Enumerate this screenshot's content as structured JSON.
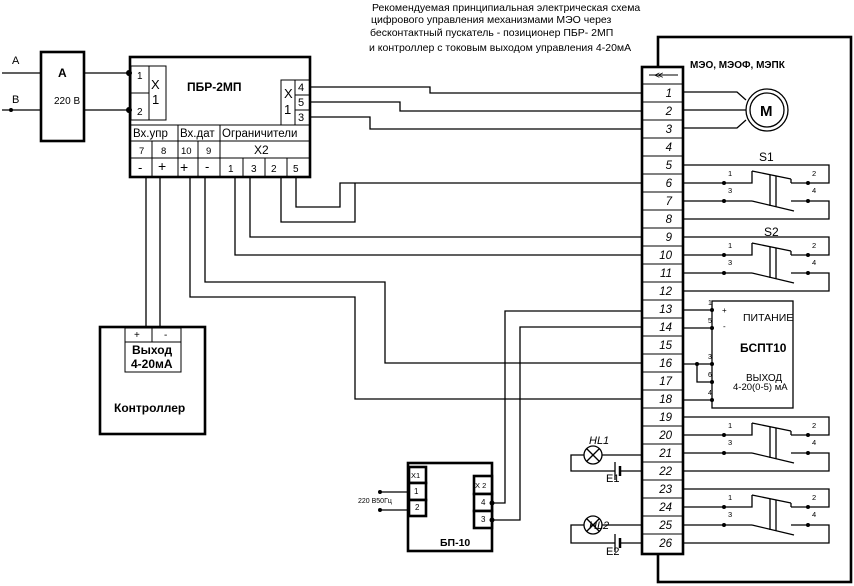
{
  "title_lines": [
    "Рекомендуемая принципиальная  электрическая схема",
    "цифрового управления механизмами МЭО через",
    "бесконтактный пускатель - позиционер  ПБР- 2МП",
    "и контроллер с токовым выходом управления 4-20мА"
  ],
  "supply": {
    "phase_a": "А",
    "phase_b": "В",
    "box_label": "А",
    "voltage": "220 В"
  },
  "pbr": {
    "title": "ПБР-2МП",
    "x1_left": {
      "label_x": "Х",
      "label_1": "1",
      "pins": [
        "1",
        "2"
      ]
    },
    "x1_right": {
      "label_x": "Х",
      "label_1": "1",
      "pins": [
        "4",
        "5",
        "3"
      ]
    },
    "groups": [
      "Вх.упр",
      "Вх.дат",
      "Ограничители"
    ],
    "numbers": [
      "7",
      "8",
      "10",
      "9",
      "Х2"
    ],
    "signs": [
      "-",
      "+",
      "+",
      "-",
      "1",
      "3",
      "2",
      "5"
    ]
  },
  "controller": {
    "plus": "+",
    "minus": "-",
    "out_line1": "Выход",
    "out_line2": "4-20мА",
    "title": "Контроллер"
  },
  "meo": {
    "title": "МЭО,  МЭОФ, МЭПК",
    "connector_symbol": "≪",
    "terminals": [
      "1",
      "2",
      "3",
      "4",
      "5",
      "6",
      "7",
      "8",
      "9",
      "10",
      "11",
      "12",
      "13",
      "14",
      "15",
      "16",
      "17",
      "18",
      "19",
      "20",
      "21",
      "22",
      "23",
      "24",
      "25",
      "26"
    ],
    "motor": "М",
    "switch_s1": "S1",
    "switch_s2": "S2",
    "contact_numbers": [
      "1",
      "2",
      "3",
      "4"
    ]
  },
  "bspt": {
    "title": "БСПТ10",
    "power": "ПИТАНИЕ",
    "output_line1": "ВЫХОД",
    "output_line2": "4-20(0-5) мА",
    "plus": "+",
    "minus": "-",
    "pins": [
      "1",
      "5",
      "3",
      "6",
      "4"
    ]
  },
  "bp10": {
    "title": "БП-10",
    "x1": "Х1",
    "x1_pins": [
      "1",
      "2"
    ],
    "x2": "Х 2",
    "x2_pins": [
      "4",
      "3"
    ],
    "supply": "220 В50Гц"
  },
  "lamps": [
    {
      "label": "HL1",
      "battery": "E1"
    },
    {
      "label": "HL2",
      "battery": "E2"
    }
  ]
}
